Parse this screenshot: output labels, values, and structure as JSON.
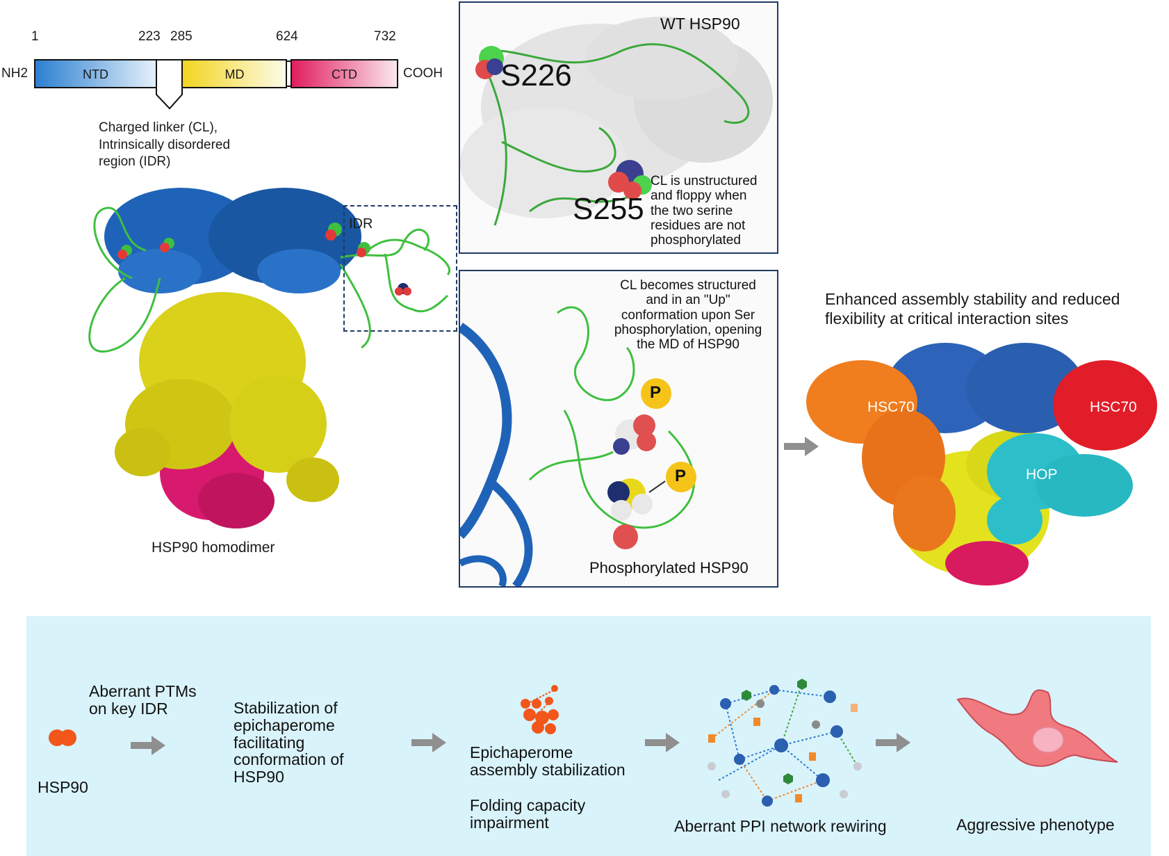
{
  "domain_bar": {
    "n_label": "NH2",
    "c_label": "COOH",
    "positions": [
      "1",
      "223",
      "285",
      "624",
      "732"
    ],
    "domains": [
      {
        "name": "NTD",
        "color_start": "#2a7fd0",
        "color_end": "#e4f0fb"
      },
      {
        "name": "MD",
        "color_start": "#f2d51e",
        "color_end": "#fdfbea"
      },
      {
        "name": "CTD",
        "color_start": "#e01c5c",
        "color_end": "#fbe8ef"
      }
    ],
    "linker_caption_lines": [
      "Charged linker (CL),",
      "Intrinsically disordered",
      "region (IDR)"
    ]
  },
  "homodimer": {
    "idr_label": "IDR",
    "caption": "HSP90 homodimer",
    "colors": {
      "ntd": "#1f63b8",
      "md": "#d9d11a",
      "ctd": "#d81a6e",
      "linker": "#3fbf3f"
    }
  },
  "wt_panel": {
    "title": "WT HSP90",
    "residue_1": "S226",
    "residue_2": "S255",
    "note_lines": [
      "CL is unstructured",
      "and floppy when",
      "the two serine",
      "residues are not",
      "phosphorylated"
    ]
  },
  "phos_panel": {
    "note_lines": [
      "CL becomes structured",
      "and in an \"Up\"",
      "conformation upon Ser",
      "phosphorylation, opening",
      "the MD of HSP90"
    ],
    "phospho_label": "P",
    "caption": "Phosphorylated HSP90"
  },
  "assembly": {
    "title_lines": [
      "Enhanced assembly stability and reduced",
      "flexibility at critical interaction sites"
    ],
    "left_label": "HSC70",
    "right_label": "HSC70",
    "center_label": "HOP",
    "colors": {
      "hsc70_left": "#f07d1e",
      "hsc70_right": "#e11d2a",
      "hsp90": "#2d63b8",
      "hop": "#2cbfc9",
      "md": "#e3e21e",
      "ctd": "#d81a5f"
    }
  },
  "pathway": {
    "background": "#d9f3fb",
    "hsp90_label": "HSP90",
    "step1_lines": [
      "Aberrant PTMs",
      "on key IDR"
    ],
    "step2_lines": [
      "Stabilization of",
      "epichaperome",
      "facilitating",
      "conformation of",
      "HSP90"
    ],
    "step3_lines": [
      "Epichaperome",
      "assembly stabilization"
    ],
    "step3b_lines": [
      "Folding capacity",
      "impairment"
    ],
    "step4": "Aberrant PPI network rewiring",
    "step5": "Aggressive phenotype",
    "accent": "#f2561b"
  }
}
